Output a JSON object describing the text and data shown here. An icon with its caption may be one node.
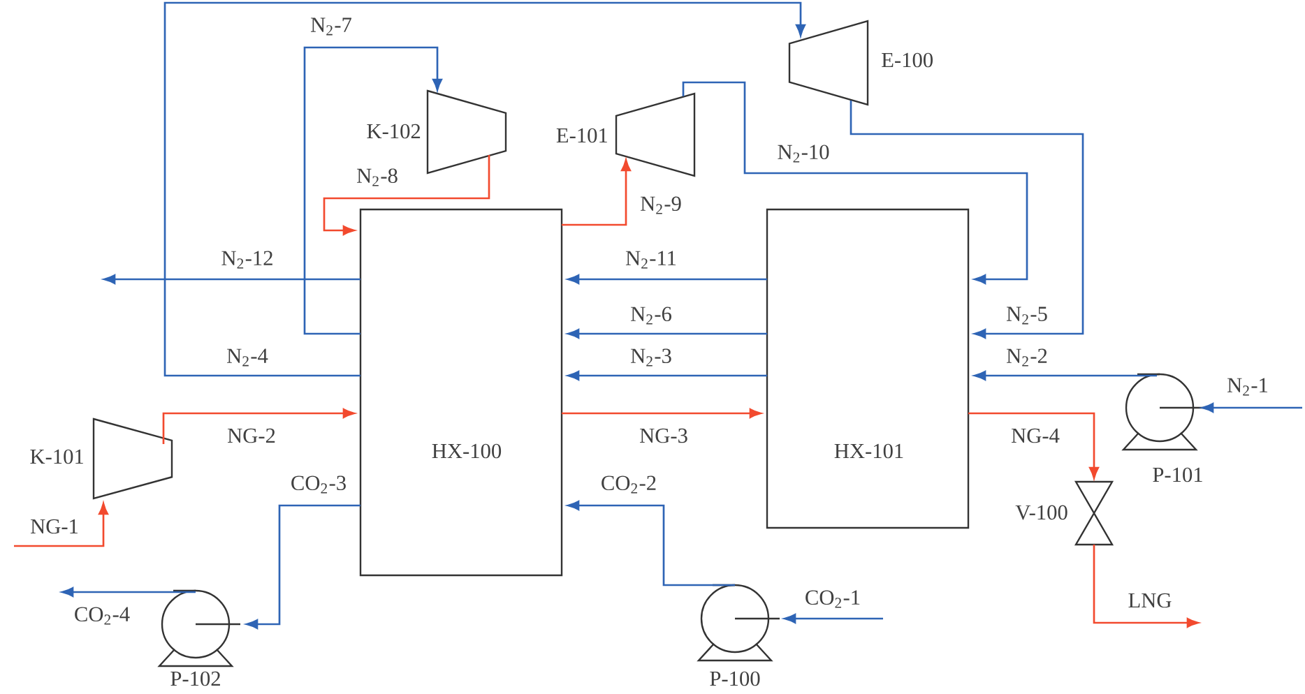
{
  "diagram": {
    "nodes": [
      {
        "text": [
          "HX-100"
        ]
      },
      {
        "text": [
          "HX-101"
        ]
      },
      {
        "text": [
          "K-101"
        ]
      },
      {
        "text": [
          "K-102"
        ]
      },
      {
        "text": [
          "E-101"
        ]
      },
      {
        "text": [
          "E-100"
        ]
      },
      {
        "text": [
          "P-101"
        ]
      },
      {
        "text": [
          "V-100"
        ]
      },
      {
        "text": [
          "P-100"
        ]
      },
      {
        "text": [
          "P-102"
        ]
      }
    ],
    "edges": [
      {
        "from": null,
        "to": 2,
        "arrow": "to",
        "label": "NG-1",
        "color": "#f24a2e"
      },
      {
        "from": 2,
        "to": 0,
        "arrow": "to",
        "label": "NG-2",
        "color": "#f24a2e"
      },
      {
        "from": 0,
        "to": 1,
        "arrow": "to",
        "label": "NG-3",
        "color": "#f24a2e"
      },
      {
        "from": 1,
        "to": 7,
        "arrow": "to",
        "label": "NG-4",
        "color": "#f24a2e"
      },
      {
        "from": 7,
        "to": null,
        "arrow": "to",
        "label": "LNG",
        "color": "#f24a2e"
      },
      {
        "from": null,
        "to": 6,
        "arrow": "to",
        "label": "N$_{2}$-1"
      },
      {
        "from": 6,
        "to": 1,
        "arrow": "to",
        "label": "N$_{2}$-2"
      },
      {
        "from": 1,
        "to": 0,
        "arrow": "to",
        "label": "N$_{2}$-3"
      },
      {
        "from": 0,
        "to": 5,
        "arrow": "to",
        "label": "N$_{2}$-4"
      },
      {
        "from": 5,
        "to": 1,
        "arrow": "to",
        "label": "N$_{2}$-5"
      },
      {
        "from": 1,
        "to": 0,
        "arrow": "to",
        "label": "N$_{2}$-6"
      },
      {
        "from": 0,
        "to": 3,
        "arrow": "to",
        "label": "N$_{2}$-7"
      },
      {
        "from": 3,
        "to": 0,
        "arrow": "to",
        "label": "N$_{2}$-8",
        "color": "#f24a2e"
      },
      {
        "from": 0,
        "to": 4,
        "arrow": "to",
        "label": "N$_{2}$-9",
        "color": "#f24a2e"
      },
      {
        "from": 4,
        "to": 1,
        "arrow": "to",
        "label": "N$_{2}$-10"
      },
      {
        "from": 1,
        "to": 0,
        "arrow": "to",
        "label": "N$_{2}$-11"
      },
      {
        "from": 0,
        "to": null,
        "arrow": "to",
        "label": "N$_{2}$-12"
      },
      {
        "from": null,
        "to": 8,
        "arrow": "to",
        "label": "CO$_{2}$-1"
      },
      {
        "from": 8,
        "to": 0,
        "arrow": "to",
        "label": "CO$_{2}$-2"
      },
      {
        "from": 0,
        "to": 9,
        "arrow": "to",
        "label": "CO$_{2}$-3"
      },
      {
        "from": 9,
        "to": null,
        "arrow": "to",
        "label": "CO$_{2}$-4"
      }
    ]
  }
}
